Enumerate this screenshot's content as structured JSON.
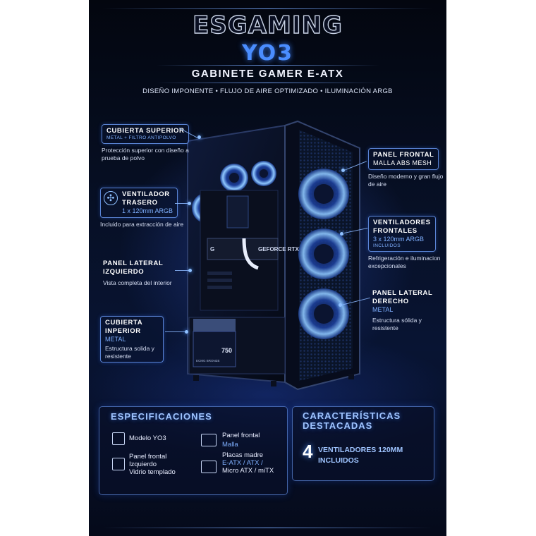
{
  "header": {
    "brand": "ESGAMING",
    "model": "YO3",
    "subtitle": "GABINETE GAMER E-ATX",
    "tagline": "DISEÑO IMPONENTE • FLUJO DE AIRE OPTIMIZADO • ILUMINACIÓN ARGB"
  },
  "callouts": {
    "top_cover": {
      "title": "CUBIERTA SUPERIOR",
      "sub": "METAL + FILTRO ANTIPOLVO",
      "desc": "Protección superior con diseño a prueba de polvo"
    },
    "rear_fan": {
      "title1": "VENTILADOR",
      "title2": "TRASERO",
      "sub": "1 x 120mm ARGB",
      "desc": "Incluido para extracción de aire",
      "icon": "fan-icon"
    },
    "left_panel": {
      "title1": "PANEL LATERAL",
      "title2": "IZQUIERDO",
      "desc": "Vista completa del interior"
    },
    "bottom_cover": {
      "title1": "CUBIERTA",
      "title2": "INPERIOR",
      "sub": "METAL",
      "desc": "Estructura solida y resistente"
    },
    "front_panel": {
      "title": "PANEL FRONTAL",
      "sub": "MALLA ABS MESH",
      "desc": "Diseño moderno y gran flujo de aire"
    },
    "front_fans": {
      "title1": "VENTILADORES",
      "title2": "FRONTALES",
      "sub": "3 x 120mm ARGB",
      "sub2": "INCLUIDOS",
      "desc": "Refrigeración e iluminacion excepcionales"
    },
    "right_panel": {
      "title1": "PANEL LATERAL",
      "title2": "DERECHO",
      "sub": "METAL",
      "desc": "Estructura sólida y resistente"
    }
  },
  "product_labels": {
    "gpu": "GEFORCE RTX",
    "gpu_brand": "G",
    "psu_watt": "750",
    "psu_brand": "ECMG BRONZE"
  },
  "specs": {
    "title": "ESPECIFICACIONES",
    "model_label": "Modelo YO3",
    "front_label": "Panel frontal",
    "front_value": "Malla",
    "left_label1": "Panel frontal",
    "left_label2": "Izquierdo",
    "left_value": "Vidrio templado",
    "mb_label": "Placas madre",
    "mb_value1": "E-ATX / ATX /",
    "mb_value2": "Micro ATX / miTX"
  },
  "features": {
    "title1": "CARACTERÍSTICAS",
    "title2": "DESTACADAS",
    "number": "4",
    "text1": "VENTILADORES 120MM",
    "text2": "INCLUIDOS"
  },
  "colors": {
    "accent": "#4a8dff",
    "glow": "#7fb0ff",
    "background": "#071026"
  }
}
